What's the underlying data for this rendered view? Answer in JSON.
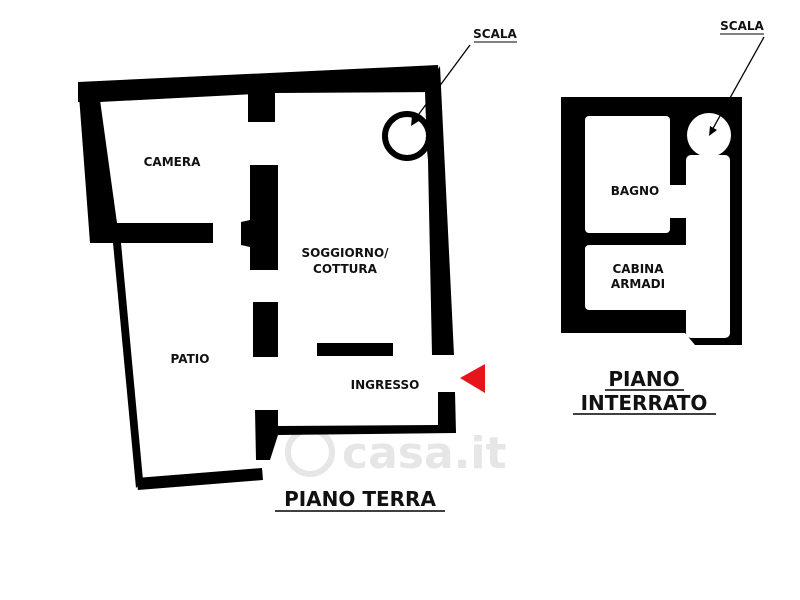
{
  "watermark": "casa.it",
  "ground_floor": {
    "title": "PIANO TERRA",
    "stair_label": "SCALA",
    "rooms": {
      "camera": "CAMERA",
      "soggiorno_1": "SOGGIORNO/",
      "soggiorno_2": "COTTURA",
      "patio": "PATIO",
      "ingresso": "INGRESSO"
    },
    "entrance_color": "#e8141c"
  },
  "basement": {
    "title_1": "PIANO",
    "title_2": "INTERRATO",
    "stair_label": "SCALA",
    "rooms": {
      "bagno": "BAGNO",
      "cabina_1": "CABINA",
      "cabina_2": "ARMADI"
    }
  }
}
